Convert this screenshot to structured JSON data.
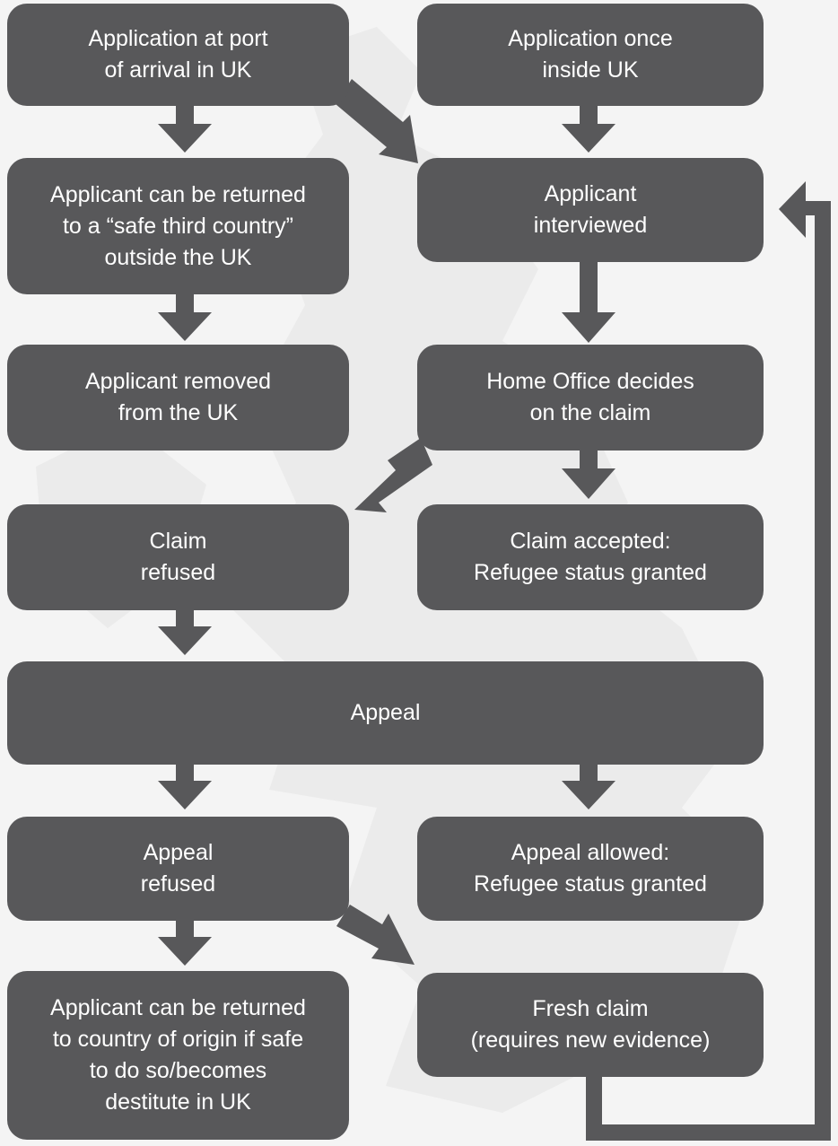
{
  "colors": {
    "box": "#58585a",
    "background": "#f4f4f4",
    "map_shading": "#ebebeb",
    "text": "#ffffff"
  },
  "boxes": {
    "port_arrival": "Application at port\nof arrival in UK",
    "inside_uk": "Application once\ninside UK",
    "safe_third_country": "Applicant can be returned\nto a “safe third country”\noutside the UK",
    "interviewed": "Applicant\ninterviewed",
    "removed": "Applicant removed\nfrom the UK",
    "home_office": "Home Office decides\non the claim",
    "claim_refused": "Claim\nrefused",
    "claim_accepted": "Claim accepted:\nRefugee status granted",
    "appeal": "Appeal",
    "appeal_refused": "Appeal\nrefused",
    "appeal_allowed": "Appeal allowed:\nRefugee status granted",
    "returned_origin": "Applicant can be returned\nto country of origin if safe\nto do so/becomes\ndestitute in UK",
    "fresh_claim": "Fresh claim\n(requires new evidence)"
  }
}
